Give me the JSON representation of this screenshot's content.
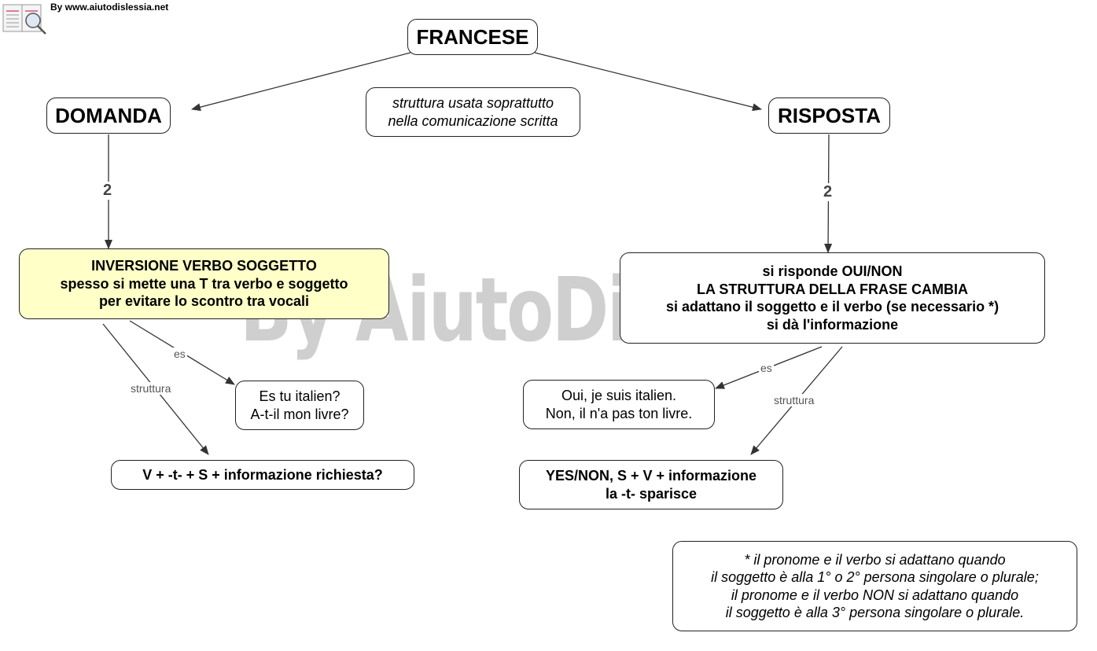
{
  "header": {
    "credit": "By www.aiutodislessia.net"
  },
  "watermark": "By AiutoDislessia.net",
  "nodes": {
    "root": "FRANCESE",
    "domanda": "DOMANDA",
    "risposta": "RISPOSTA",
    "note_top": [
      "struttura usata soprattutto",
      "nella comunicazione scritta"
    ],
    "inversione": [
      "INVERSIONE VERBO SOGGETTO",
      "spesso si mette una T tra verbo e soggetto",
      "per evitare lo scontro tra vocali"
    ],
    "risponde": [
      "si risponde OUI/NON",
      "LA STRUTTURA DELLA FRASE CAMBIA",
      "si adattano il soggetto e il verbo (se necessario *)",
      "si dà l'informazione"
    ],
    "es_domanda": [
      "Es tu italien?",
      "A-t-il mon livre?"
    ],
    "struttura_domanda": "V + -t- + S + informazione richiesta?",
    "es_risposta": [
      "Oui, je suis italien.",
      "Non, il n'a pas ton livre."
    ],
    "struttura_risposta": [
      "YES/NON, S + V + informazione",
      "la -t- sparisce"
    ],
    "footnote": [
      "* il pronome e il verbo si adattano quando",
      "il soggetto è alla 1° o 2° persona singolare o plurale;",
      "il pronome e il verbo NON si adattano quando",
      "il soggetto è alla 3° persona singolare o plurale."
    ]
  },
  "links": {
    "num_left": "2",
    "num_right": "2",
    "es_left": "es",
    "struttura_left": "struttura",
    "es_right": "es",
    "struttura_right": "struttura"
  },
  "colors": {
    "highlight_node": "#ffffc8",
    "border": "#222222",
    "watermark": "#cfcfcf"
  }
}
